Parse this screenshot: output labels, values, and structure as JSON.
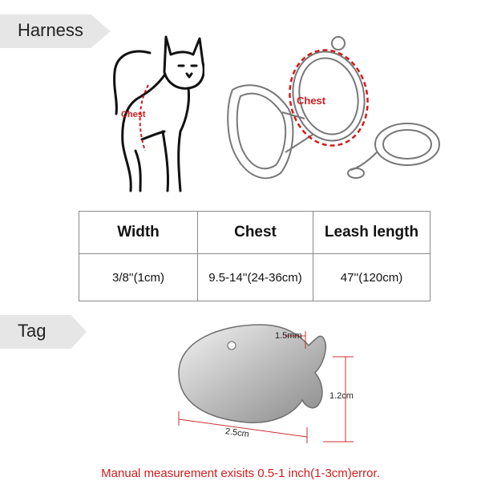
{
  "sections": {
    "harness_title": "Harness",
    "tag_title": "Tag"
  },
  "labels": {
    "cat_chest": "Chest",
    "harness_chest": "Chest"
  },
  "table": {
    "headers": [
      "Width",
      "Chest",
      "Leash length"
    ],
    "row": [
      "3/8''(1cm)",
      "9.5-14''(24-36cm)",
      "47''(120cm)"
    ]
  },
  "tag": {
    "hole": "1.5mm",
    "height": "1.2cm",
    "length": "2.5cm"
  },
  "disclaimer": "Manual measurement exisits 0.5-1 inch(1-3cm)error.",
  "colors": {
    "accent_red": "#d11c1c",
    "tab_gray": "#e6e6e6"
  }
}
